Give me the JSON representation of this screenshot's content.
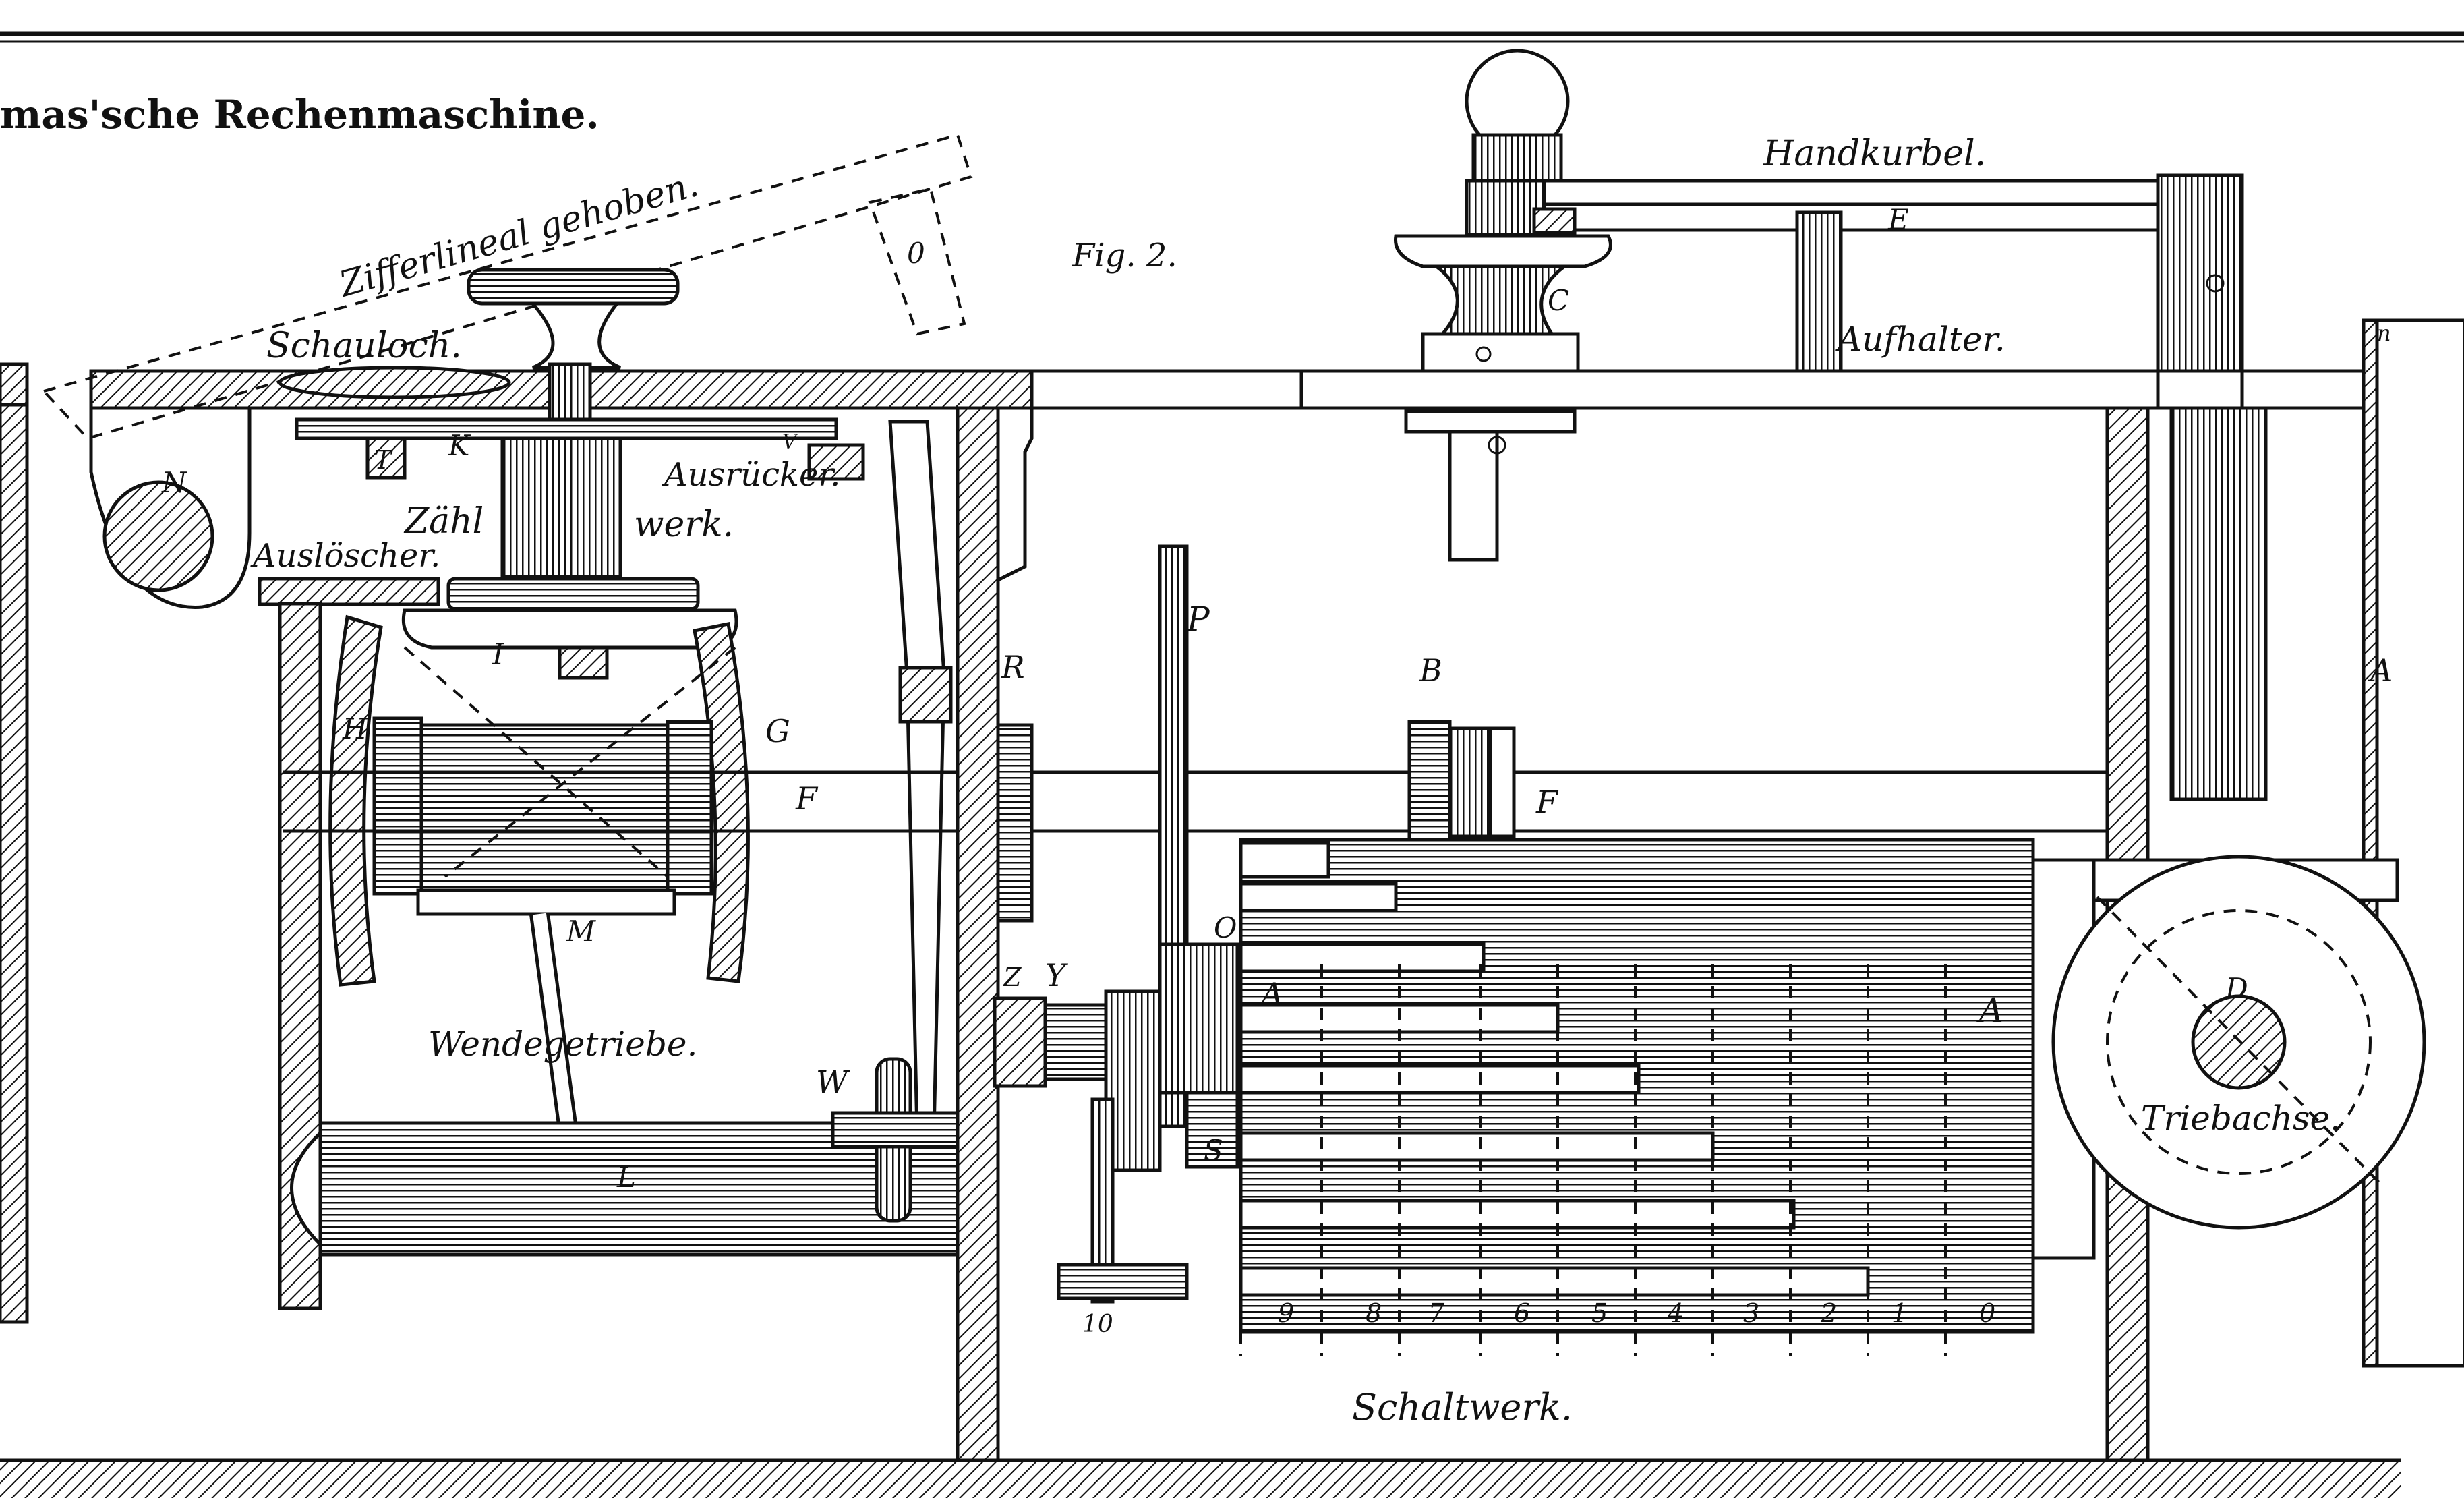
{
  "title": "mas'sche Rechenmaschine.",
  "figure": "Fig. 2.",
  "labels": {
    "zifferlineal": "Zifferlineal gehoben.",
    "o_small": "0",
    "schauloch": "Schauloch.",
    "handkurbel": "Handkurbel.",
    "e": "E",
    "c": "C",
    "aufhalter": "Aufhalter.",
    "n_small": "n",
    "k": "K",
    "t": "T",
    "v": "V",
    "ausruecker": "Ausrücker.",
    "zaehl": "Zähl",
    "werk": "werk.",
    "n_big": "N",
    "ausloescher": "Auslöscher.",
    "i": "I",
    "p": "P",
    "r": "R",
    "b": "B",
    "a_right": "A",
    "h": "H",
    "g": "G",
    "f_left": "F",
    "f_right": "F",
    "m": "M",
    "o_mid": "O",
    "z": "Z",
    "y": "Y",
    "a_drum_left": "A",
    "a_drum_right": "A",
    "d": "D",
    "wendegetriebe": "Wendegetriebe.",
    "w": "W",
    "l": "L",
    "s": "S",
    "triebachse": "Triebachse.",
    "ten": "10",
    "schaltwerk": "Schaltwerk."
  },
  "scale_digits": [
    "9",
    "8",
    "7",
    "6",
    "5",
    "4",
    "3",
    "2",
    "1",
    "0"
  ]
}
